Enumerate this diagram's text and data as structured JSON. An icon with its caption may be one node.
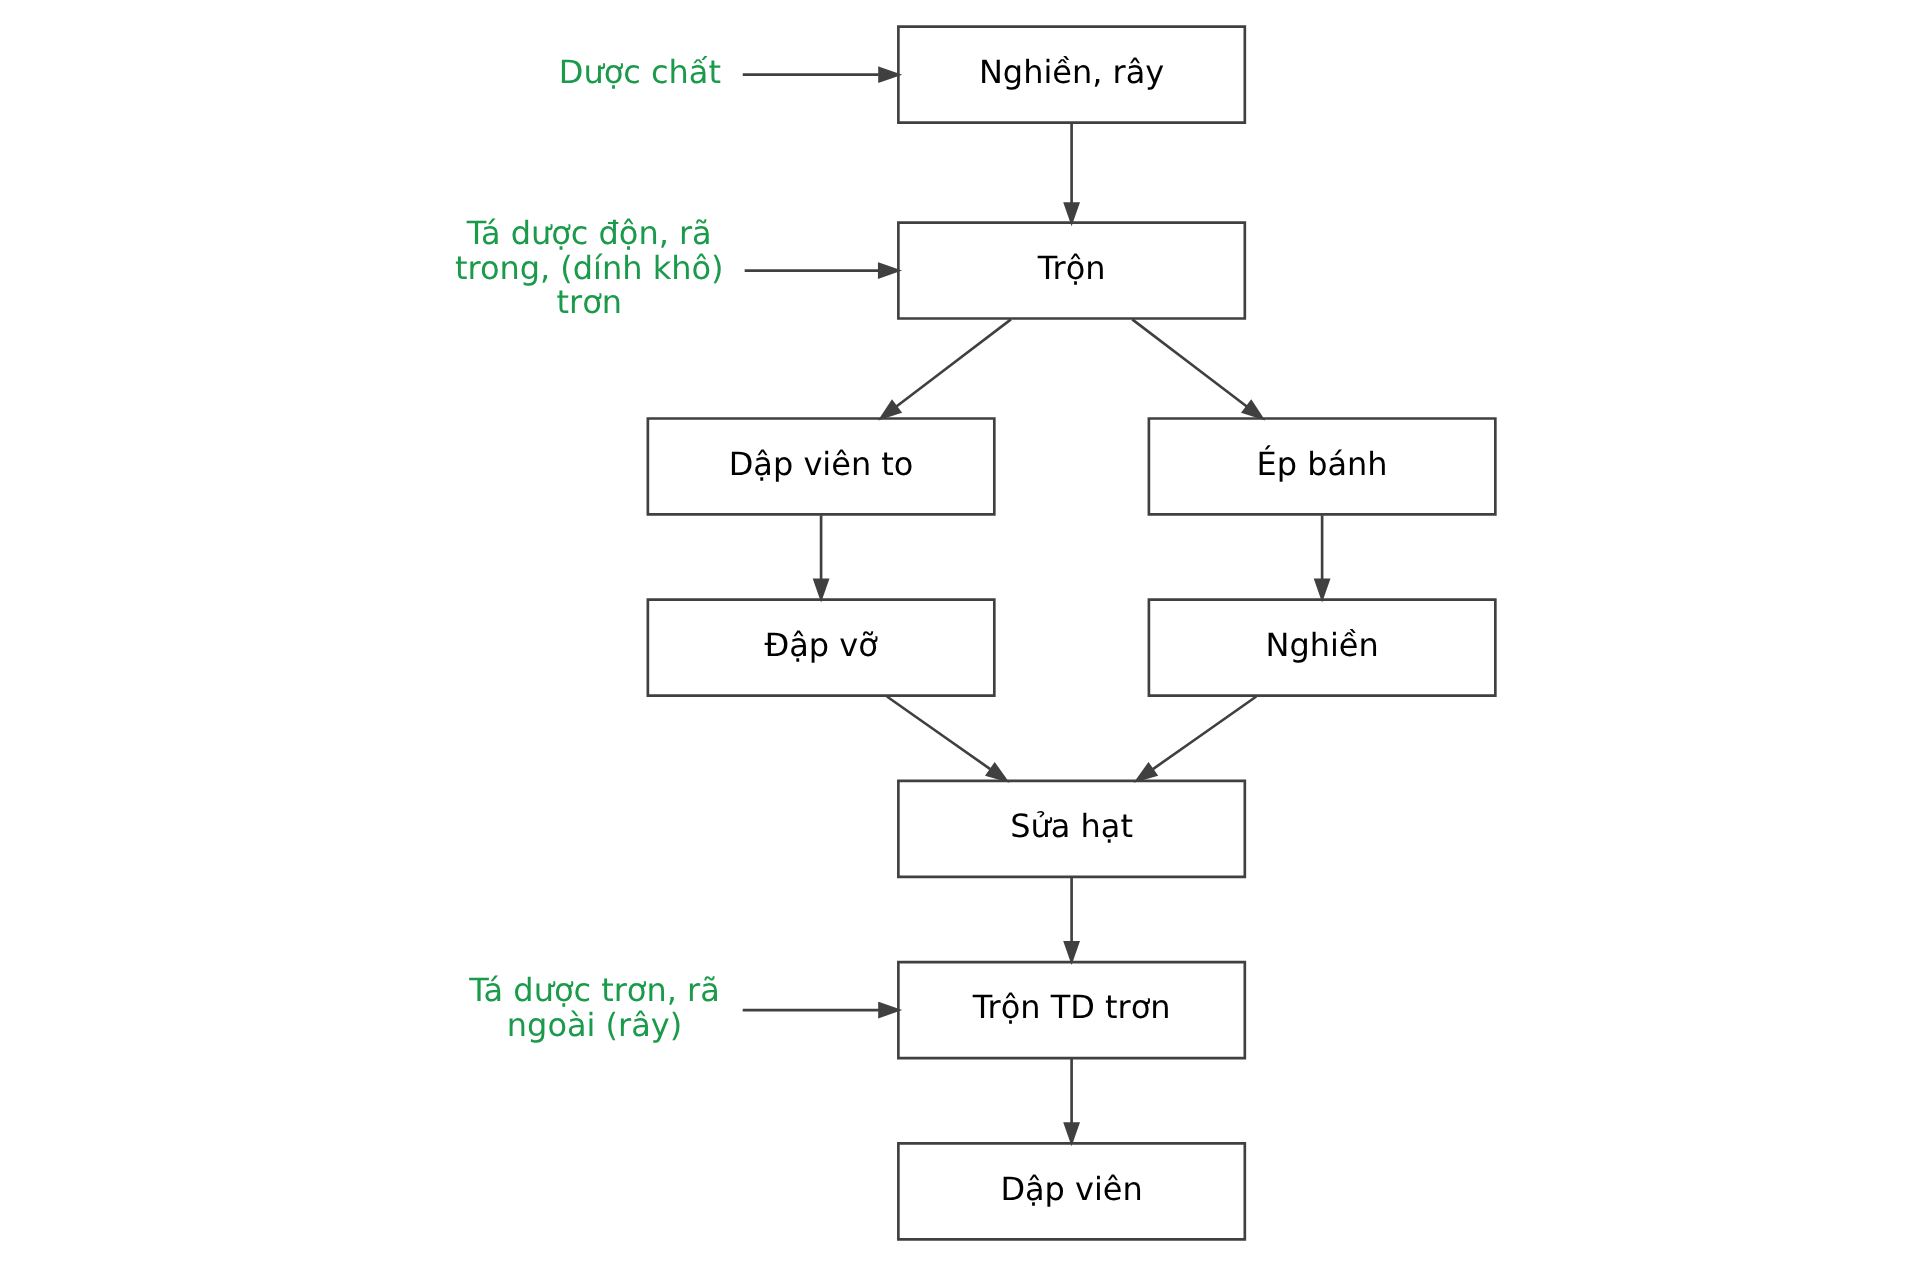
{
  "diagram": {
    "nodes": [
      {
        "text": [
          "Dược chất"
        ]
      },
      {
        "text": [
          "Nghiền, rây"
        ]
      },
      {
        "text": [
          "Tá dược độn, rã trong, (dính khô) trơn"
        ]
      },
      {
        "text": [
          "Trộn"
        ]
      },
      {
        "text": [
          "Dập viên to"
        ]
      },
      {
        "text": [
          "Ép bánh"
        ]
      },
      {
        "text": [
          "Đập vỡ"
        ]
      },
      {
        "text": [
          "Nghiền"
        ]
      },
      {
        "text": [
          "Sửa hạt"
        ]
      },
      {
        "text": [
          "Tá dược trơn, rã ngoài (rây)"
        ]
      },
      {
        "text": [
          "Trộn TD trơn"
        ]
      },
      {
        "text": [
          "Dập viên"
        ]
      }
    ],
    "edges": [
      {
        "from": 0,
        "to": 1,
        "arrow": "to"
      },
      {
        "from": 1,
        "to": 3,
        "arrow": "to"
      },
      {
        "from": 2,
        "to": 3,
        "arrow": "to"
      },
      {
        "from": 3,
        "to": 4,
        "arrow": "to"
      },
      {
        "from": 3,
        "to": 5,
        "arrow": "to"
      },
      {
        "from": 4,
        "to": 6,
        "arrow": "to"
      },
      {
        "from": 5,
        "to": 7,
        "arrow": "to"
      },
      {
        "from": 6,
        "to": 8,
        "arrow": "to"
      },
      {
        "from": 7,
        "to": 8,
        "arrow": "to"
      },
      {
        "from": 8,
        "to": 10,
        "arrow": "to"
      },
      {
        "from": 9,
        "to": 10,
        "arrow": "to"
      },
      {
        "from": 10,
        "to": 11,
        "arrow": "to"
      }
    ]
  }
}
